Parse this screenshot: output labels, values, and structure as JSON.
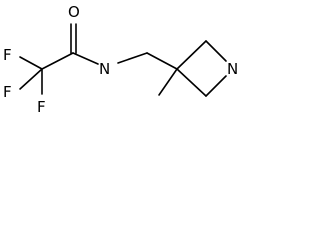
{
  "molecule": {
    "atoms": {
      "F1": "F",
      "F2": "F",
      "F3": "F",
      "O": "O",
      "N_amide": "N",
      "N_ring": "N"
    },
    "colors": {
      "bond": "#000000",
      "label": "#000000",
      "background": "#ffffff"
    }
  }
}
